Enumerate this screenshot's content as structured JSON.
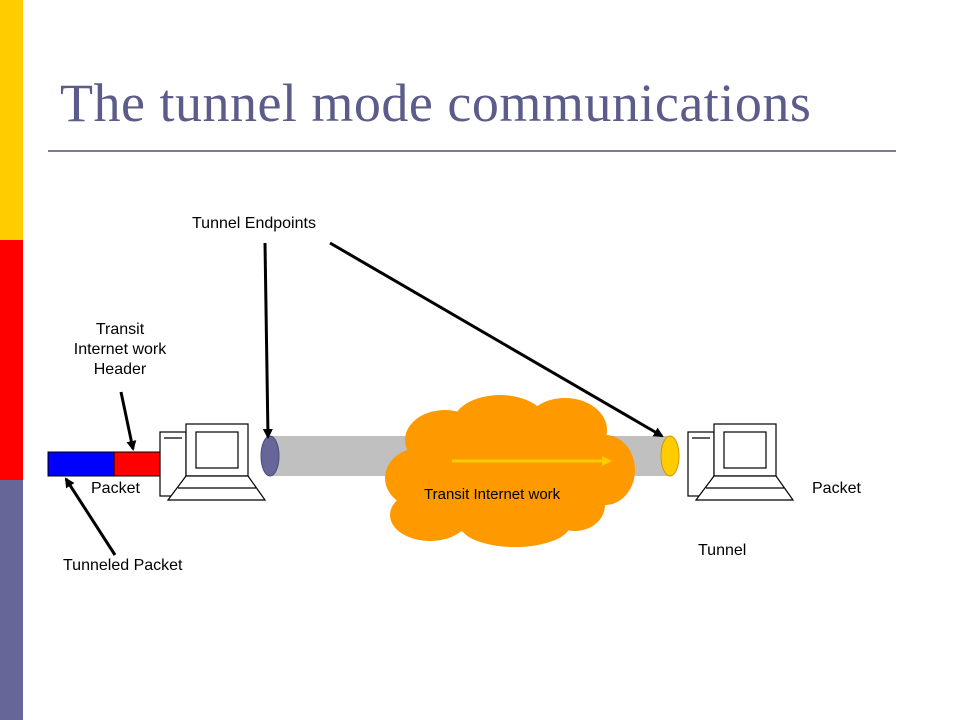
{
  "title": "The tunnel mode communications",
  "labels": {
    "tunnel_endpoints": "Tunnel Endpoints",
    "transit_header_line1": "Transit",
    "transit_header_line2": "Internet work",
    "transit_header_line3": "Header",
    "packet_left": "Packet",
    "packet_right": "Packet",
    "tunneled_packet": "Tunneled Packet",
    "transit_internetwork": "Transit Internet work",
    "tunnel": "Tunnel"
  },
  "colors": {
    "sidebar_yellow": "#ffcc00",
    "sidebar_red": "#ff0000",
    "sidebar_blue": "#666699",
    "title": "#5c5c8a",
    "cloud": "#ff9900",
    "tunnel_pipe": "#c0c0c0",
    "left_endpoint": "#666699",
    "right_endpoint": "#ffcc00",
    "header_segment": "#ff0000",
    "payload_segment": "#0000ff",
    "flow_arrow": "#ffcc00"
  },
  "icons": [
    "computer-icon-left",
    "computer-icon-right"
  ]
}
